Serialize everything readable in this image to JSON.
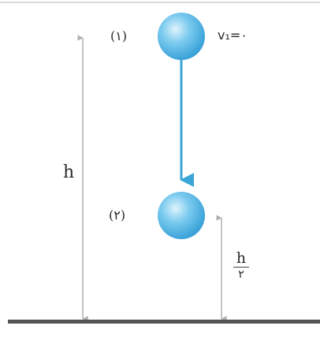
{
  "labels": {
    "position_1": "(۱)",
    "velocity_1": "v₁=۰",
    "position_2": "(۲)",
    "height": "h",
    "half_height_numerator": "h",
    "half_height_denominator": "۲"
  },
  "colors": {
    "ball": "#4fb8e8",
    "motion_arrow": "#3aa6d6",
    "dimension_lines": "#b0b0b0",
    "ground": "#555555"
  }
}
